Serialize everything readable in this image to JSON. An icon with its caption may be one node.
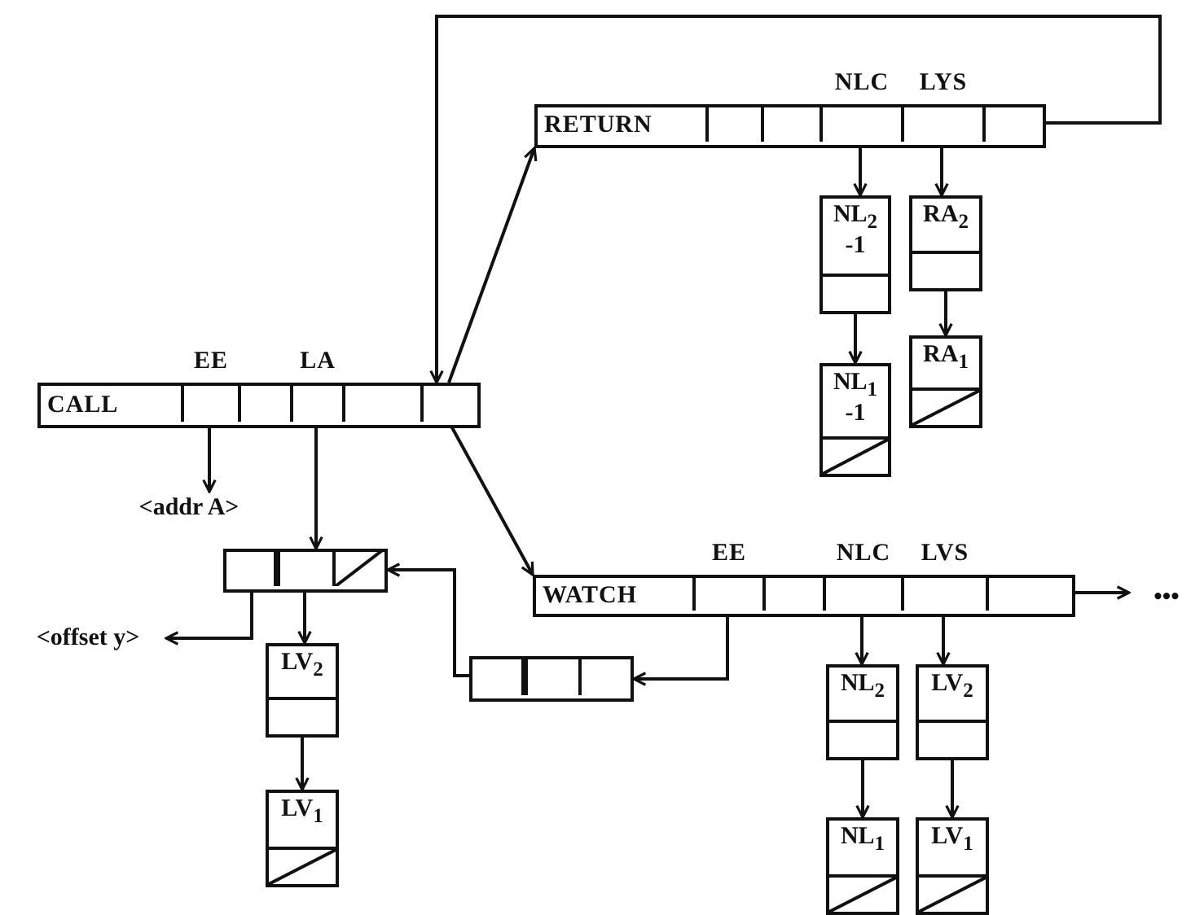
{
  "diagram": {
    "nodes": [
      {
        "text": [
          "CALL"
        ]
      },
      {
        "text": [],
        "shape": "box",
        "in": 0,
        "beside": [
          "EE"
        ]
      },
      {
        "text": [],
        "shape": "box",
        "in": 0
      },
      {
        "text": [],
        "shape": "box",
        "in": 0,
        "beside": [
          "LA"
        ]
      },
      {
        "text": [],
        "shape": "box",
        "in": 0
      },
      {
        "text": [],
        "shape": "box",
        "in": 0
      },
      {
        "text": [
          "<addr A>"
        ]
      },
      {
        "text": [],
        "shape": "box"
      },
      {
        "text": [],
        "shape": "box",
        "in": 7
      },
      {
        "text": [],
        "shape": "box",
        "in": 7
      },
      {
        "text": [],
        "shape": "box",
        "in": 7
      },
      {
        "text": [
          "<offset y>"
        ]
      },
      {
        "text": [
          "LV$_{2}$"
        ]
      },
      {
        "text": [
          "LV$_{1}$"
        ]
      },
      {
        "text": [],
        "shape": "box"
      },
      {
        "text": [],
        "shape": "box",
        "in": 14
      },
      {
        "text": [],
        "shape": "box",
        "in": 14
      },
      {
        "text": [],
        "shape": "box",
        "in": 14
      },
      {
        "text": [
          "RETURN"
        ]
      },
      {
        "text": [],
        "shape": "box",
        "in": 18
      },
      {
        "text": [],
        "shape": "box",
        "in": 18
      },
      {
        "text": [],
        "shape": "box",
        "in": 18,
        "beside": [
          "NLC"
        ]
      },
      {
        "text": [],
        "shape": "box",
        "in": 18,
        "beside": [
          "LYS"
        ]
      },
      {
        "text": [],
        "shape": "box",
        "in": 18
      },
      {
        "text": [
          "NL$_{2}$ -1"
        ]
      },
      {
        "text": [
          "NL$_{1}$ -1"
        ]
      },
      {
        "text": [
          "RA$_{2}$"
        ]
      },
      {
        "text": [
          "RA$_{1}$"
        ]
      },
      {
        "text": [
          "WATCH"
        ]
      },
      {
        "text": [],
        "shape": "box",
        "in": 28,
        "beside": [
          "EE"
        ]
      },
      {
        "text": [],
        "shape": "box",
        "in": 28
      },
      {
        "text": [],
        "shape": "box",
        "in": 28,
        "beside": [
          "NLC"
        ]
      },
      {
        "text": [],
        "shape": "box",
        "in": 28,
        "beside": [
          "LVS"
        ]
      },
      {
        "text": [],
        "shape": "box",
        "in": 28
      },
      {
        "text": [
          "•••"
        ]
      },
      {
        "text": [
          "NL$_{2}$"
        ]
      },
      {
        "text": [
          "NL$_{1}$"
        ]
      },
      {
        "text": [
          "LV$_{2}$"
        ]
      },
      {
        "text": [
          "LV$_{1}$"
        ]
      }
    ],
    "edges": [
      {
        "from": 1,
        "to": 6,
        "arrow": "to"
      },
      {
        "from": 3,
        "to": 7,
        "arrow": "to"
      },
      {
        "from": 5,
        "to": 18,
        "arrow": "to"
      },
      {
        "from": 5,
        "to": 28,
        "arrow": "to"
      },
      {
        "from": 23,
        "to": 5,
        "arrow": "to"
      },
      {
        "from": 8,
        "to": 11,
        "arrow": "to"
      },
      {
        "from": 9,
        "to": 12,
        "arrow": "to"
      },
      {
        "from": 12,
        "to": 13,
        "arrow": "to"
      },
      {
        "from": 15,
        "to": 7,
        "arrow": "to"
      },
      {
        "from": 29,
        "to": 14,
        "arrow": "to"
      },
      {
        "from": 21,
        "to": 24,
        "arrow": "to"
      },
      {
        "from": 24,
        "to": 25,
        "arrow": "to"
      },
      {
        "from": 22,
        "to": 26,
        "arrow": "to"
      },
      {
        "from": 26,
        "to": 27,
        "arrow": "to"
      },
      {
        "from": 33,
        "to": 34,
        "arrow": "to"
      },
      {
        "from": 31,
        "to": 35,
        "arrow": "to"
      },
      {
        "from": 35,
        "to": 36,
        "arrow": "to"
      },
      {
        "from": 32,
        "to": 37,
        "arrow": "to"
      },
      {
        "from": 37,
        "to": 38,
        "arrow": "to"
      }
    ]
  }
}
